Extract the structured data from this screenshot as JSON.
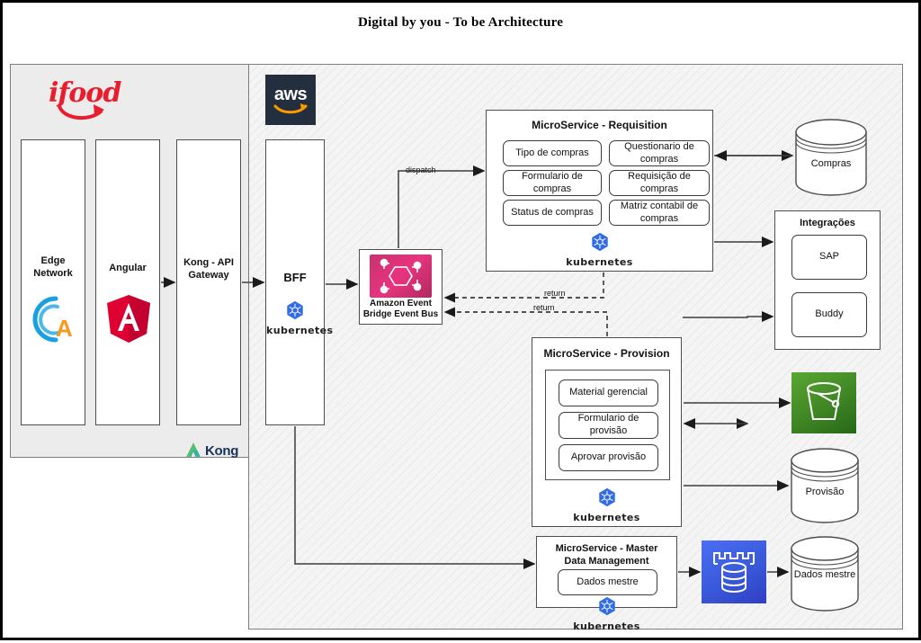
{
  "diagram": {
    "title": "Digital by you - To be Architecture",
    "type": "architecture-diagram"
  },
  "panels": {
    "client": {
      "name": "ifood-panel",
      "logo_text": "ifood",
      "logo_color": "#ea1d2c"
    },
    "cloud": {
      "name": "aws-panel",
      "logo_text": "aws",
      "logo_bg": "#232f3e",
      "logo_accent": "#ff9900"
    }
  },
  "client_boxes": [
    {
      "label": "Edge Network",
      "icon": "akamai-icon"
    },
    {
      "label": "Angular",
      "icon": "angular-icon"
    },
    {
      "label": "Kong - API Gateway",
      "icon": "kong-icon",
      "icon_text": "Kong"
    }
  ],
  "bff": {
    "label": "BFF",
    "runtime": "kubernetes",
    "icon": "kubernetes-icon"
  },
  "event_bus": {
    "label_line1": "Amazon Event",
    "label_line2": "Bridge Event Bus",
    "icon": "eventbridge-icon"
  },
  "microservices": [
    {
      "title": "MicroService - Requisition",
      "runtime": "kubernetes",
      "items": [
        "Tipo de compras",
        "Questionario de compras",
        "Formulario de compras",
        "Requisição de compras",
        "Status de compras",
        "Matriz contabil de compras"
      ]
    },
    {
      "title": "MicroService - Provision",
      "runtime": "kubernetes",
      "items": [
        "Material gerencial",
        "Formulario de provisão",
        "Aprovar provisão"
      ]
    },
    {
      "title": "MicroService - Master Data Management",
      "runtime": "kubernetes",
      "items": [
        "Dados mestre"
      ]
    }
  ],
  "integrations": {
    "title": "Integrações",
    "items": [
      "SAP",
      "Buddy"
    ]
  },
  "datastores": [
    {
      "label": "Compras",
      "shape": "cylinder"
    },
    {
      "label": "Provisão",
      "shape": "cylinder"
    },
    {
      "label": "Dados mestre",
      "shape": "cylinder"
    }
  ],
  "cloud_icons": [
    {
      "name": "s3-bucket-icon",
      "color": "#3f8624"
    },
    {
      "name": "aws-database-icon",
      "color": "#3b5bdb"
    }
  ],
  "edge_labels": {
    "dispatch": "dispatch",
    "return_1": "return",
    "return_2": "return"
  }
}
